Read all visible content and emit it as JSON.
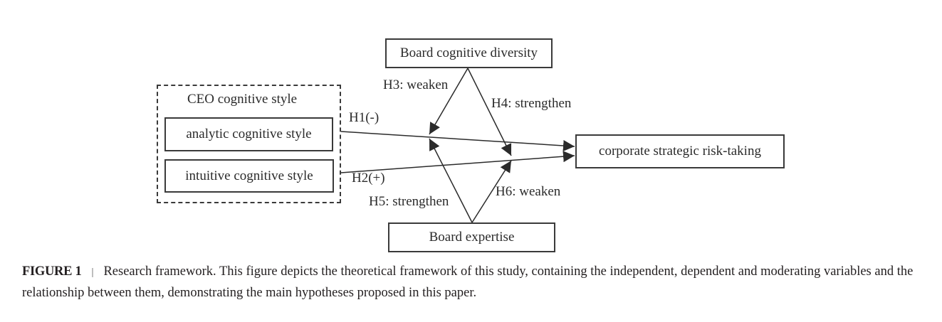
{
  "diagram": {
    "group": {
      "title": "CEO cognitive style"
    },
    "nodes": {
      "analytic": "analytic cognitive style",
      "intuitive": "intuitive cognitive style",
      "board_diversity": "Board cognitive diversity",
      "board_expertise": "Board expertise",
      "outcome": "corporate strategic risk-taking"
    },
    "hypotheses": {
      "h1": "H1(-)",
      "h2": "H2(+)",
      "h3": "H3: weaken",
      "h4": "H4: strengthen",
      "h5": "H5: strengthen",
      "h6": "H6: weaken"
    },
    "edges": [
      {
        "id": "h1",
        "from": "analytic",
        "to": "outcome",
        "type": "direct"
      },
      {
        "id": "h2",
        "from": "intuitive",
        "to": "outcome",
        "type": "direct"
      },
      {
        "id": "h3",
        "from": "board_diversity",
        "to": "h1",
        "type": "moderation"
      },
      {
        "id": "h4",
        "from": "board_diversity",
        "to": "h2",
        "type": "moderation"
      },
      {
        "id": "h5",
        "from": "board_expertise",
        "to": "h1",
        "type": "moderation"
      },
      {
        "id": "h6",
        "from": "board_expertise",
        "to": "h2",
        "type": "moderation"
      }
    ]
  },
  "caption": {
    "label": "FIGURE 1",
    "separator": "|",
    "text": "Research framework. This figure depicts the theoretical framework of this study, containing the independent, dependent and moderating variables and the relationship between them, demonstrating the main hypotheses proposed in this paper."
  }
}
